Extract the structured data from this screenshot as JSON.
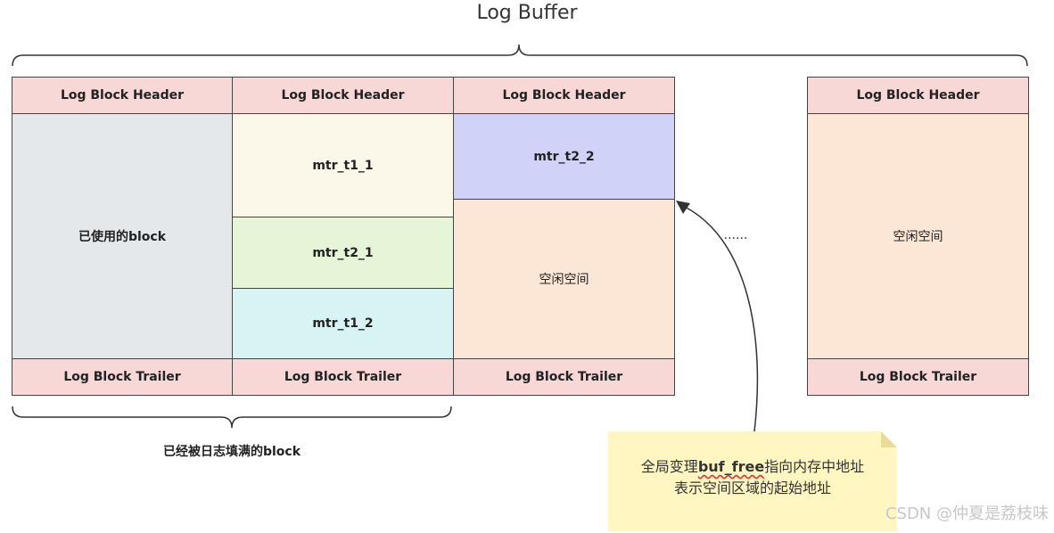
{
  "title": "Log Buffer",
  "blocks": [
    {
      "header": "Log Block Header",
      "trailer": "Log Block Trailer",
      "body": "已使用的block"
    },
    {
      "header": "Log Block Header",
      "trailer": "Log Block Trailer",
      "segments": [
        "mtr_t1_1",
        "mtr_t2_1",
        "mtr_t1_2"
      ]
    },
    {
      "header": "Log Block Header",
      "trailer": "Log Block Trailer",
      "segments": [
        "mtr_t2_2",
        "空闲空间"
      ]
    },
    {
      "header": "Log Block Header",
      "trailer": "Log Block Trailer",
      "body": "空闲空间"
    }
  ],
  "ellipsis": "......",
  "filled_label": "已经被日志填满的block",
  "note": {
    "line1_prefix": "全局变理",
    "line1_var": "buf_free",
    "line1_suffix": "指向内存中地址",
    "line2": "表示空间区域的起始地址"
  },
  "colors": {
    "header_trailer": "#f8d7d7",
    "used": "#e5e8eb",
    "mtr_t1": "#fbf8ea",
    "mtr_t2_1": "#e6f4d7",
    "mtr_t1_2": "#d8f3f3",
    "mtr_t2_2": "#d0d3f7",
    "free": "#fce7d6",
    "note": "#fff6c2"
  },
  "watermark": "CSDN @仲夏是荔枝味"
}
